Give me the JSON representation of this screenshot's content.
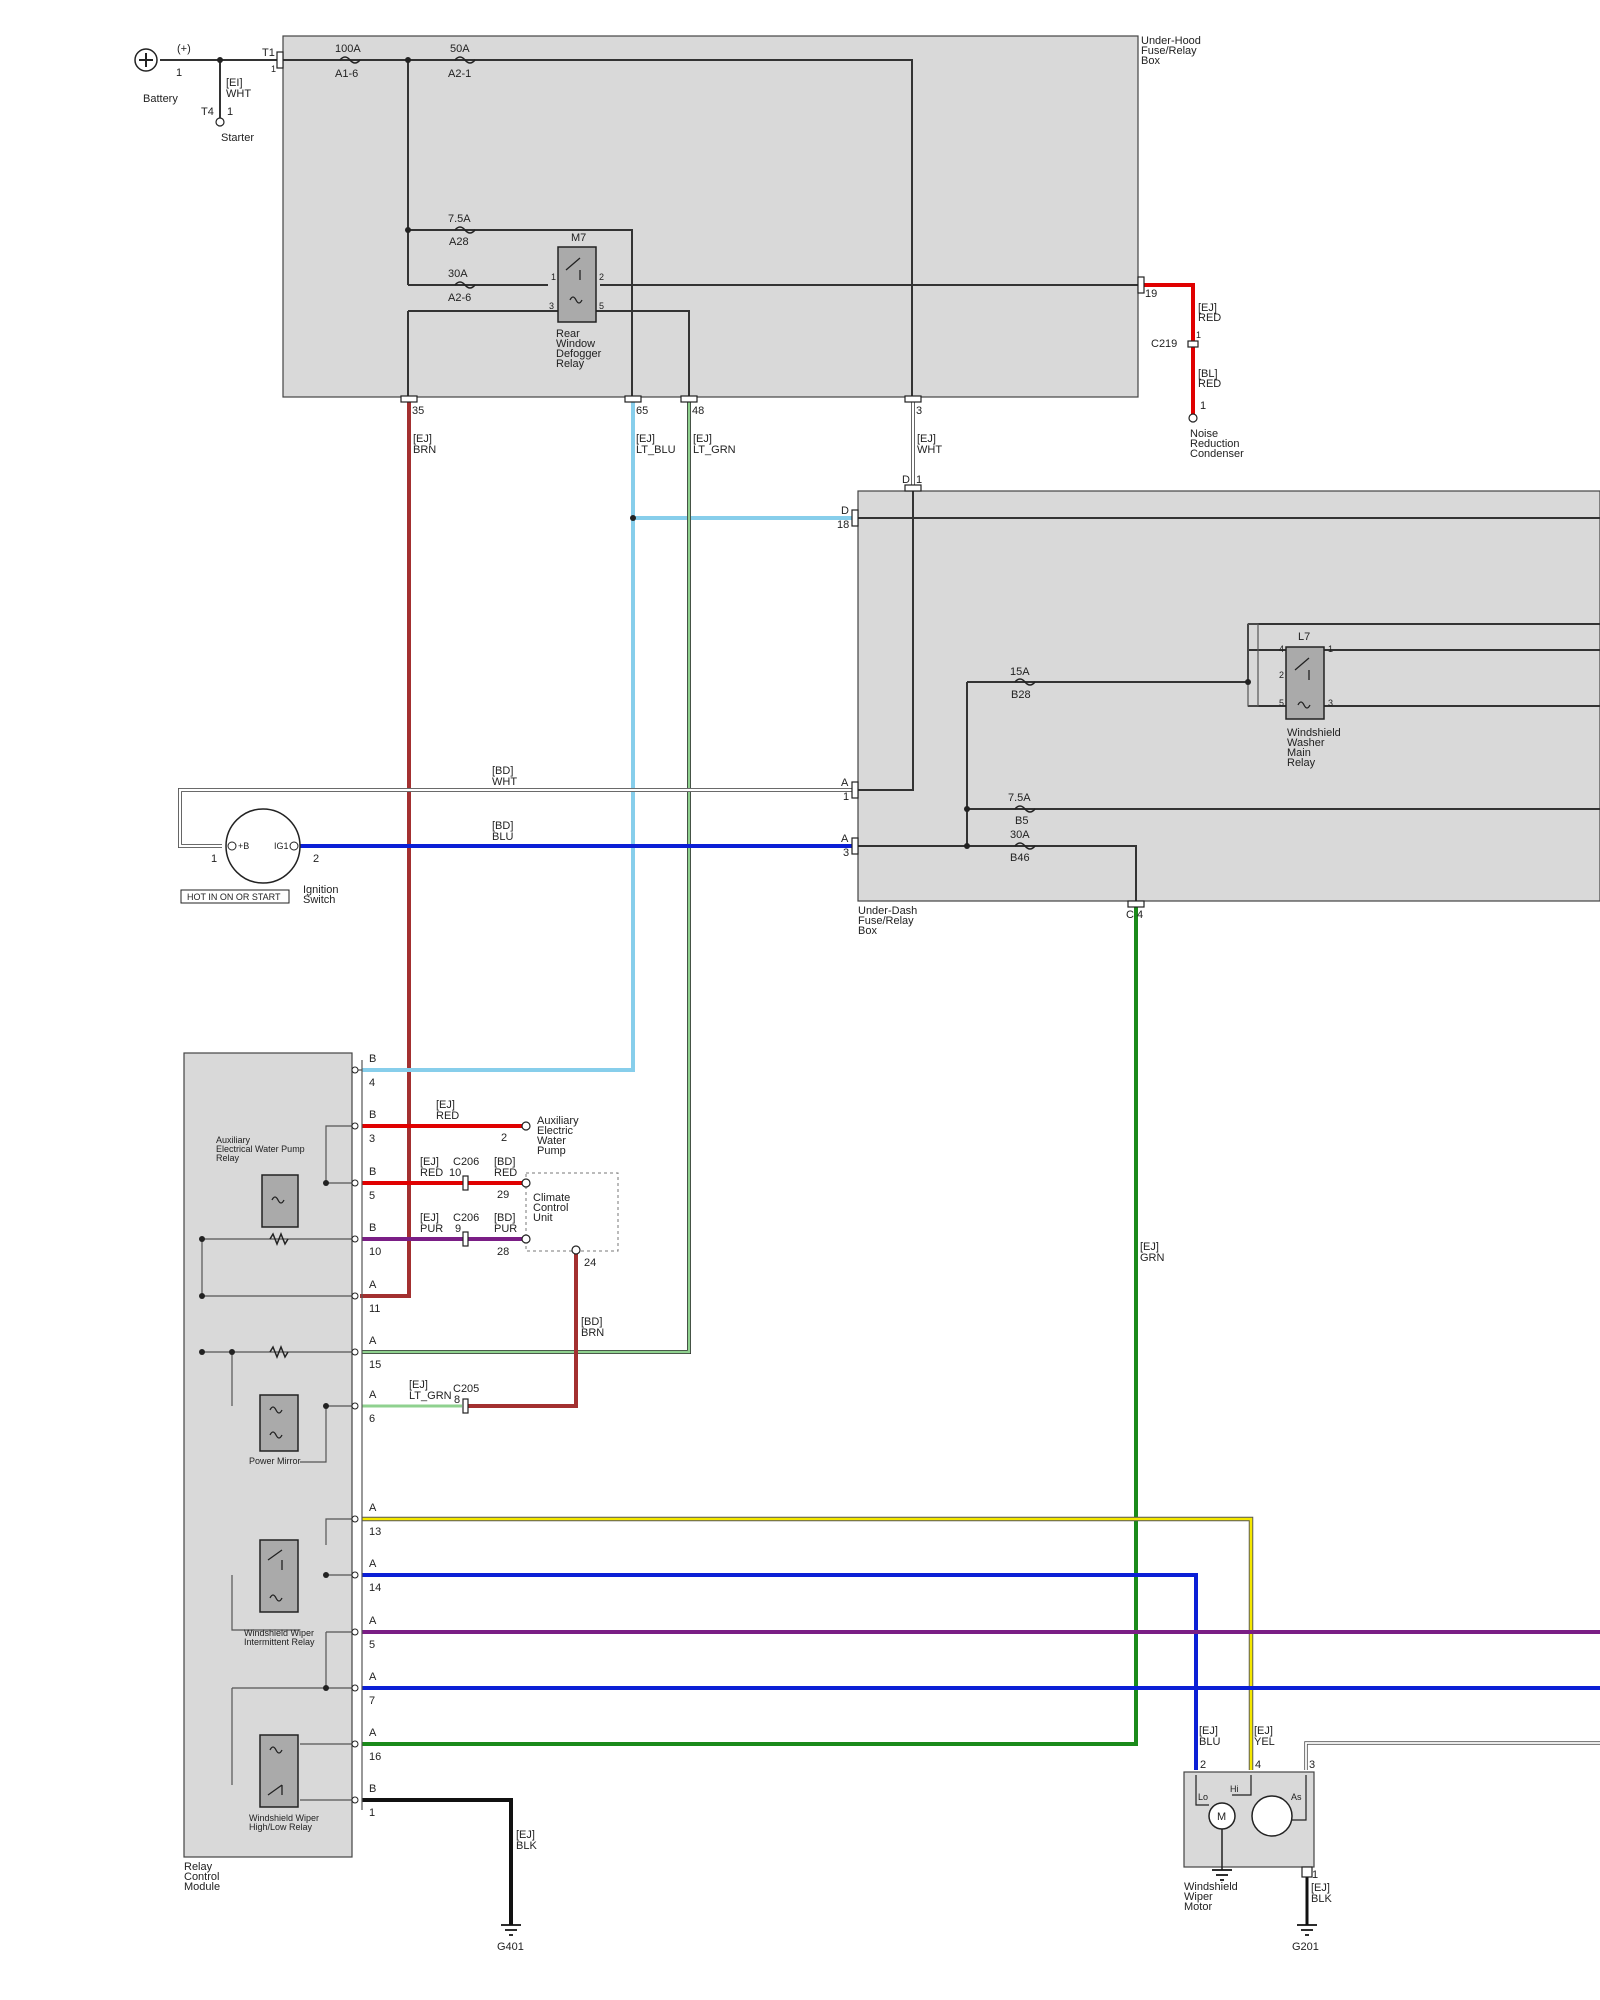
{
  "colors": {
    "red": "#e00000",
    "brown": "#a33030",
    "lt_blue": "#87ceeb",
    "lt_green": "#8fd18f",
    "white_wire": "#ffffff",
    "blue": "#0b1fd6",
    "purple": "#7a1e85",
    "green": "#1a8a1a",
    "yellow": "#f5e800",
    "black": "#111111",
    "box_fill": "#d9d9d9"
  },
  "battery": {
    "name": "Battery",
    "plus": "(+)",
    "pin": "1",
    "wire_code": "[EI]",
    "wire_color": "WHT",
    "t1": "T1",
    "t4": "T4",
    "t4_pin": "1",
    "starter": "Starter"
  },
  "underhood": {
    "title": "Under-Hood Fuse/Relay Box",
    "title_lines": [
      "Under-Hood",
      "Fuse/Relay",
      "Box"
    ],
    "t1_pin": "1",
    "fuse_100": {
      "rating": "100A",
      "id": "A1-6"
    },
    "fuse_50": {
      "rating": "50A",
      "id": "A2-1"
    },
    "fuse_75": {
      "rating": "7.5A",
      "id": "A28"
    },
    "fuse_30": {
      "rating": "30A",
      "id": "A2-6"
    },
    "relay": {
      "id": "M7",
      "name_lines": [
        "Rear",
        "Window",
        "Defogger",
        "Relay"
      ],
      "p1": "1",
      "p2": "2",
      "p3": "3",
      "p5": "5"
    },
    "pin_19": "19",
    "pin_35": "35",
    "pin_65": "65",
    "pin_48": "48",
    "pin_3": "3"
  },
  "condenser": {
    "wire1_code": "[EJ]",
    "wire1_color": "RED",
    "connector": "C219",
    "conn_pin": "1",
    "wire2_code": "[BL]",
    "wire2_color": "RED",
    "pin": "1",
    "name_lines": [
      "Noise",
      "Reduction",
      "Condenser"
    ]
  },
  "wires_top": {
    "brn_code": "[EJ]",
    "brn_color": "BRN",
    "ltblu_code": "[EJ]",
    "ltblu_color": "LT_BLU",
    "ltgrn_code": "[EJ]",
    "ltgrn_color": "LT_GRN",
    "wht_code": "[EJ]",
    "wht_color": "WHT"
  },
  "underdash": {
    "title_lines": [
      "Under-Dash",
      "Fuse/Relay",
      "Box"
    ],
    "d_conn": "D",
    "d_pin1": "1",
    "d2": "D",
    "d_pin18": "18",
    "fuse_15": {
      "rating": "15A",
      "id": "B28"
    },
    "fuse_75": {
      "rating": "7.5A",
      "id": "B5"
    },
    "fuse_30": {
      "rating": "30A",
      "id": "B46"
    },
    "relay": {
      "id": "L7",
      "p4": "4",
      "p1": "1",
      "p2": "2",
      "p5": "5",
      "p3": "3",
      "name_lines": [
        "Windshield",
        "Washer",
        "Main",
        "Relay"
      ]
    },
    "a1_conn": "A",
    "a1_pin": "1",
    "a3_conn": "A",
    "a3_pin": "3",
    "c4": "C 4"
  },
  "ignition": {
    "wht_code": "[BD]",
    "wht_color": "WHT",
    "blu_code": "[BD]",
    "blu_color": "BLU",
    "pin1": "1",
    "pin2": "2",
    "plus_b": "+B",
    "ig1": "IG1",
    "hot_label": "HOT IN ON OR START",
    "name_lines": [
      "Ignition",
      "Switch"
    ]
  },
  "rcm": {
    "name_lines": [
      "Relay",
      "Control",
      "Module"
    ],
    "pins": [
      {
        "conn": "B",
        "pin": "4"
      },
      {
        "conn": "B",
        "pin": "3"
      },
      {
        "conn": "B",
        "pin": "5"
      },
      {
        "conn": "B",
        "pin": "10"
      },
      {
        "conn": "A",
        "pin": "11"
      },
      {
        "conn": "A",
        "pin": "15"
      },
      {
        "conn": "A",
        "pin": "6"
      },
      {
        "conn": "A",
        "pin": "13"
      },
      {
        "conn": "A",
        "pin": "14"
      },
      {
        "conn": "A",
        "pin": "5"
      },
      {
        "conn": "A",
        "pin": "7"
      },
      {
        "conn": "A",
        "pin": "16"
      },
      {
        "conn": "B",
        "pin": "1"
      }
    ],
    "aux_relay_lines": [
      "Auxiliary",
      "Electrical Water Pump",
      "Relay"
    ],
    "power_mirror": "Power Mirror",
    "intermittent_lines": [
      "Windshield Wiper",
      "Intermittent Relay"
    ],
    "highlow_lines": [
      "Windshield Wiper",
      "High/Low Relay"
    ]
  },
  "aux_pump": {
    "wire_code": "[EJ]",
    "wire_color": "RED",
    "pin": "2",
    "name_lines": [
      "Auxiliary",
      "Electric",
      "Water",
      "Pump"
    ]
  },
  "climate": {
    "red_code1": "[EJ]",
    "red_color1": "RED",
    "c206a": "C206",
    "c206a_pin": "10",
    "red_code2": "[BD]",
    "red_color2": "RED",
    "pin29": "29",
    "pur_code1": "[EJ]",
    "pur_color1": "PUR",
    "c206b": "C206",
    "c206b_pin": "9",
    "pur_code2": "[BD]",
    "pur_color2": "PUR",
    "pin28": "28",
    "pin24": "24",
    "brn_code": "[BD]",
    "brn_color": "BRN",
    "name_lines": [
      "Climate",
      "Control",
      "Unit"
    ],
    "c205": "C205",
    "ltgrn_code": "[EJ]",
    "ltgrn_color": "LT_GRN",
    "c205_pin": "8"
  },
  "green_wire": {
    "code": "[EJ]",
    "color": "GRN"
  },
  "ground_g401": {
    "code": "[EJ]",
    "color": "BLK",
    "name": "G401"
  },
  "wiper_motor": {
    "blu_code": "[EJ]",
    "blu_color": "BLU",
    "yel_code": "[EJ]",
    "yel_color": "YEL",
    "pin2": "2",
    "pin4": "4",
    "pin3": "3",
    "lo": "Lo",
    "hi": "Hi",
    "as": "As",
    "m": "M",
    "name_lines": [
      "Windshield",
      "Wiper",
      "Motor"
    ],
    "gnd_pin": "1",
    "gnd_code": "[EJ]",
    "gnd_color": "BLK",
    "gnd_name": "G201"
  }
}
